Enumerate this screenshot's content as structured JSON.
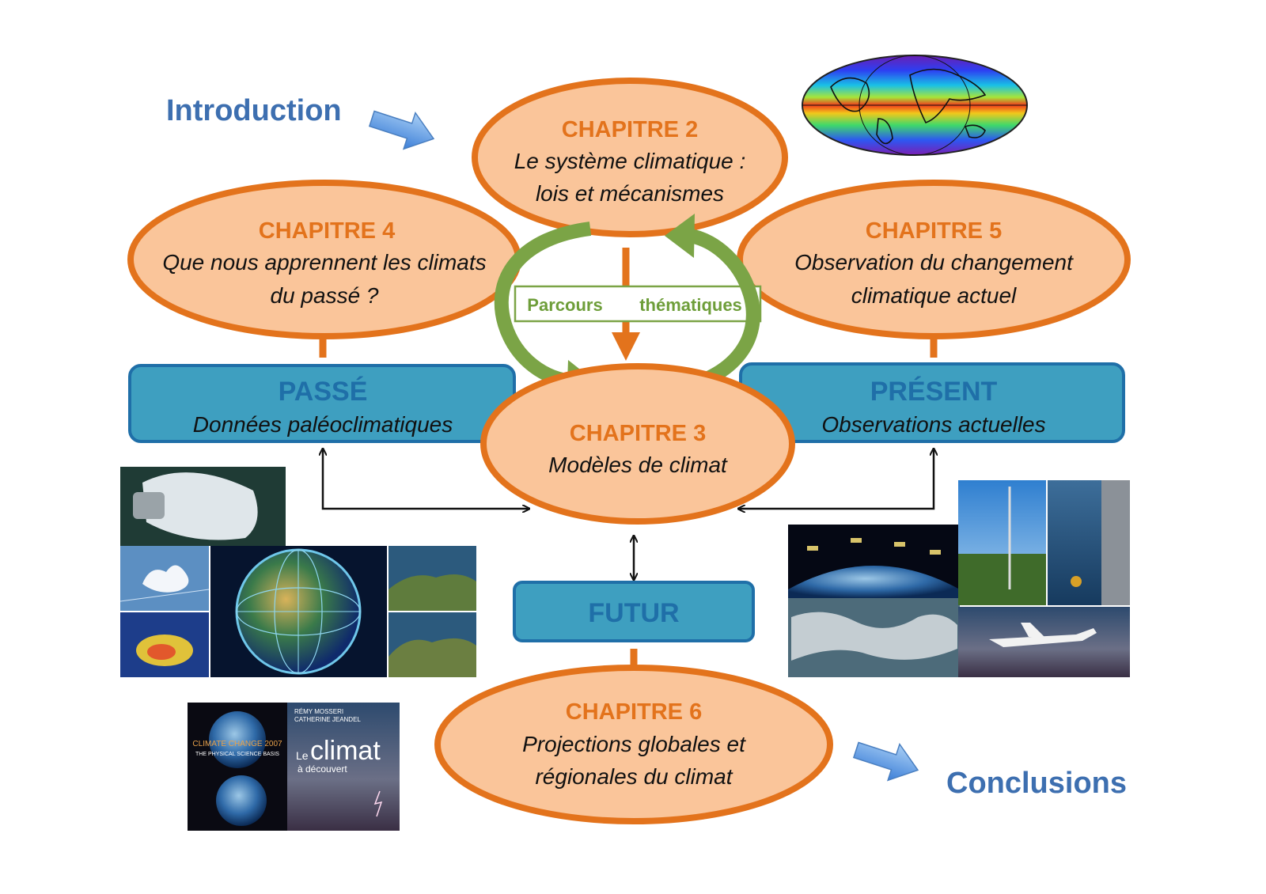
{
  "nav": {
    "introduction": "Introduction",
    "conclusions": "Conclusions"
  },
  "chapters": {
    "ch2": {
      "title": "CHAPITRE 2",
      "line1": "Le système climatique :",
      "line2": "lois et mécanismes"
    },
    "ch3": {
      "title": "CHAPITRE 3",
      "line1": "Modèles de climat"
    },
    "ch4": {
      "title": "CHAPITRE 4",
      "line1": "Que nous apprennent les climats",
      "line2": "du passé ?"
    },
    "ch5": {
      "title": "CHAPITRE 5",
      "line1": "Observation du changement",
      "line2": "climatique actuel"
    },
    "ch6": {
      "title": "CHAPITRE 6",
      "line1": "Projections globales et",
      "line2": "régionales du climat"
    }
  },
  "boxes": {
    "passe": {
      "title": "PASSÉ",
      "subtitle": "Données paléoclimatiques"
    },
    "present": {
      "title": "PRÉSENT",
      "subtitle": "Observations actuelles"
    },
    "futur": {
      "title": "FUTUR"
    }
  },
  "parcours": {
    "left": "Parcours",
    "right": "thématiques"
  },
  "book_covers": {
    "ipcc_line1": "CLIMATE CHANGE 2007",
    "ipcc_line2": "THE PHYSICAL SCIENCE BASIS",
    "climat_authors1": "RÉMY MOSSERI",
    "climat_authors2": "CATHERINE JEANDEL",
    "climat_title_le": "Le",
    "climat_title": "climat",
    "climat_subtitle": "à découvert"
  },
  "colors": {
    "ellipse_fill": "#fac59a",
    "ellipse_stroke": "#e3731c",
    "box_fill": "#3e9fc0",
    "box_stroke": "#1f6fa8",
    "green_arrow": "#7ba446",
    "nav_blue": "#3d6fb0"
  },
  "icons": {
    "intro_arrow": "blue-block-arrow",
    "conclusions_arrow": "blue-block-arrow"
  }
}
